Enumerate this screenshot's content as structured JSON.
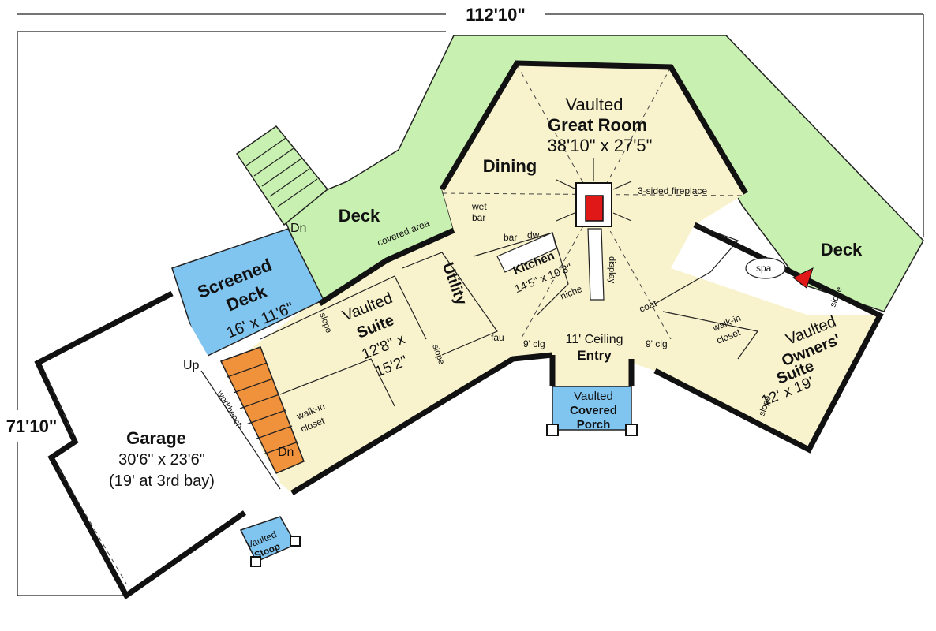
{
  "dimensions": {
    "width": "112'10\"",
    "depth": "71'10\""
  },
  "rooms": {
    "great_room": {
      "line1": "Vaulted",
      "line2": "Great Room",
      "size": "38'10\" x 27'5\""
    },
    "dining": {
      "label": "Dining"
    },
    "kitchen": {
      "label": "Kitchen",
      "size": "14'5\" x 10'3\""
    },
    "utility": {
      "label": "Utility"
    },
    "suite": {
      "line1": "Vaulted",
      "line2": "Suite",
      "size1": "12'8\" x",
      "size2": "15'2\""
    },
    "owners_suite": {
      "line1": "Vaulted",
      "line2": "Owners'",
      "line3": "Suite",
      "size": "12' x 19'"
    },
    "screened_deck": {
      "line1": "Screened",
      "line2": "Deck",
      "size": "16' x 11'6\""
    },
    "garage": {
      "label": "Garage",
      "size": "30'6\" x 23'6\"",
      "note": "(19' at 3rd bay)"
    },
    "entry": {
      "line1": "11' Ceiling",
      "line2": "Entry"
    },
    "covered_porch": {
      "line1": "Vaulted",
      "line2": "Covered",
      "line3": "Porch"
    },
    "stoop": {
      "line1": "Vaulted",
      "line2": "Stoop"
    },
    "deck_left": {
      "label": "Deck"
    },
    "deck_right": {
      "label": "Deck"
    }
  },
  "annotations": {
    "fireplace": "3-sided fireplace",
    "wet": "wet",
    "bar": "bar",
    "kitchen_bar": "bar",
    "dw": "dw",
    "display": "display",
    "niche": "niche",
    "coat": "coat",
    "fau": "fau",
    "clg_left": "9' clg",
    "clg_right": "9' clg",
    "covered_area": "covered area",
    "slope": "slope",
    "walkin": "walk-in",
    "closet": "closet",
    "spa": "spa",
    "workbench": "workbench",
    "up": "Up",
    "dn": "Dn"
  },
  "colors": {
    "deck": "#c8f0b0",
    "interior": "#f9f3cd",
    "screened": "#80c4f0",
    "stair": "#f0923c",
    "fireplace": "#e01818",
    "wall": "#111111"
  }
}
